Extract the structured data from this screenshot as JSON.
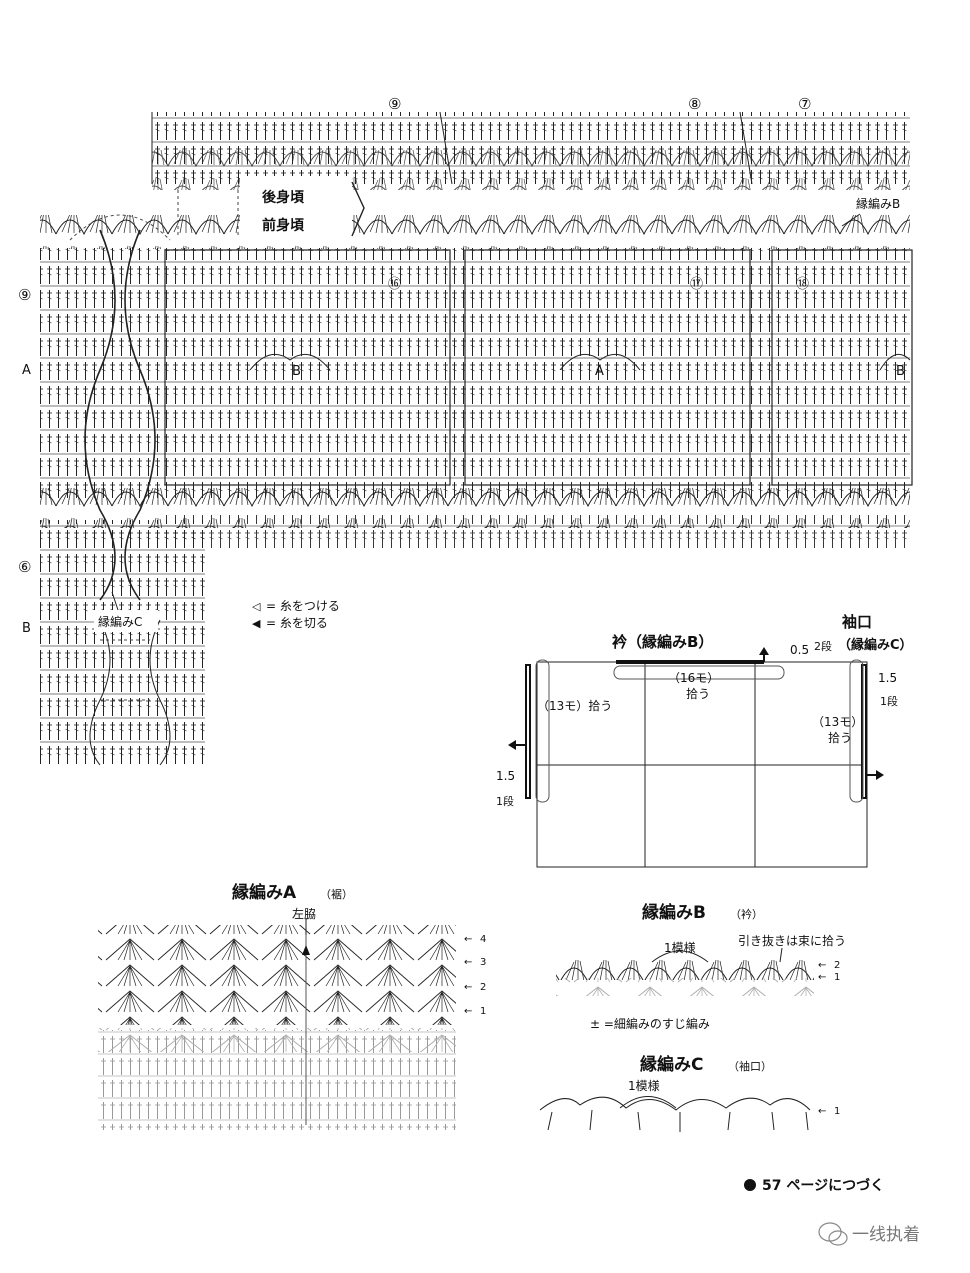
{
  "chart_markers": {
    "top_9": "⑨",
    "top_8": "⑧",
    "top_7": "⑦",
    "left_9": "⑨",
    "left_A": "A",
    "left_6": "⑥",
    "left_B": "B",
    "m16": "⑯",
    "m17": "⑰",
    "m18": "⑱",
    "motif_B1": "B",
    "motif_A": "A",
    "motif_B2": "B"
  },
  "labels": {
    "back_body": "後身頃",
    "front_body": "前身頃",
    "edging_b_pointer": "縁編みB",
    "edging_c_pointer": "縁編みC"
  },
  "legend": {
    "attach_symbol": "◁",
    "attach_text": "= 糸をつける",
    "cut_symbol": "◀",
    "cut_text": "= 糸を切る"
  },
  "schematic": {
    "collar_title": "衿（縁編みB）",
    "cuff_title_1": "袖口",
    "cuff_title_2": "（縁編みC）",
    "collar_amount": "0.5",
    "collar_rows": "2段",
    "collar_pick": "（16モ）",
    "collar_pick_2": "拾う",
    "left_pick": "（13モ）拾う",
    "right_pick": "（13モ）",
    "right_pick_2": "拾う",
    "right_amount": "1.5",
    "right_rows": "1段",
    "left_amount": "1.5",
    "left_rows": "1段"
  },
  "edging_a": {
    "title": "縁編みA",
    "subtitle": "（裾）",
    "left_side": "左脇",
    "rows": [
      "4",
      "3",
      "2",
      "1"
    ]
  },
  "edging_b": {
    "title": "縁編みB",
    "subtitle": "（衿）",
    "repeat": "1模様",
    "note": "引き抜きは束に拾う",
    "rows": [
      "2",
      "1"
    ],
    "symbol_note": "± =細編みのすじ編み"
  },
  "edging_c": {
    "title": "縁編みC",
    "subtitle": "（袖口）",
    "repeat": "1模様",
    "rows": [
      "1"
    ]
  },
  "footer": {
    "continue": "57 ページにつづく",
    "watermark": "一线执着"
  }
}
